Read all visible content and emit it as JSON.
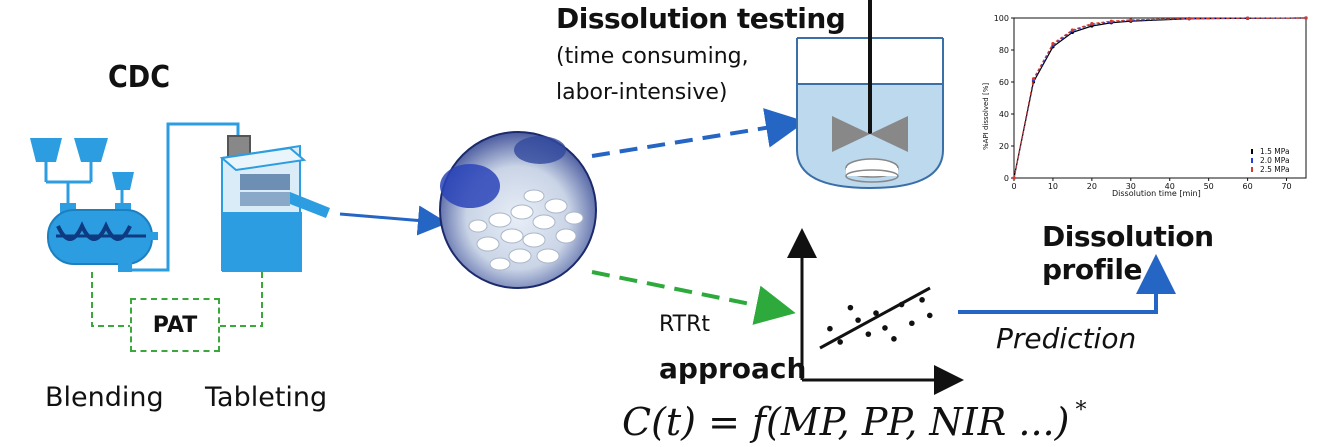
{
  "labels": {
    "cdc": "CDC",
    "pat": "PAT",
    "blending": "Blending",
    "tableting": "Tableting",
    "dissolution_testing": "Dissolution testing",
    "note_line1": "(time consuming,",
    "note_line2": "labor-intensive)",
    "rtrt_line1": "RTRt",
    "rtrt_line2": "approach",
    "dissolution_profile": "Dissolution profile",
    "prediction": "Prediction",
    "equation": "C(t) = f(MP, PP, NIR ...)",
    "equation_mark": "*"
  },
  "colors": {
    "equipment_blue": "#2b9de0",
    "arrow_blue": "#2565c4",
    "arrow_green": "#2eaa3c",
    "vessel_fill": "#bcd9ee"
  },
  "chart_data": {
    "type": "line",
    "xlabel": "Dissolution time [min]",
    "ylabel": "%API dissolved [%]",
    "xlim": [
      0,
      75
    ],
    "ylim": [
      0,
      100
    ],
    "xticks": [
      0,
      10,
      20,
      30,
      40,
      50,
      60,
      70
    ],
    "yticks": [
      0,
      20,
      40,
      60,
      80,
      100
    ],
    "grid": false,
    "legend_position": "bottom-right",
    "x": [
      0,
      5,
      10,
      15,
      20,
      25,
      30,
      45,
      60,
      75
    ],
    "series": [
      {
        "name": "1.5 MPa",
        "color": "#000000",
        "values": [
          0,
          60,
          82,
          91,
          95,
          97,
          98,
          99.5,
          99.8,
          100
        ]
      },
      {
        "name": "2.0 MPa",
        "color": "#1f3fd6",
        "values": [
          0,
          61,
          83,
          92,
          96,
          97.5,
          98.5,
          99.6,
          99.9,
          100
        ]
      },
      {
        "name": "2.5 MPa",
        "color": "#d63a2a",
        "values": [
          0,
          62,
          84,
          92.5,
          96.5,
          98,
          98.8,
          99.7,
          99.9,
          100
        ]
      }
    ]
  },
  "scatter_points": [
    [
      0.14,
      0.35
    ],
    [
      0.22,
      0.18
    ],
    [
      0.3,
      0.62
    ],
    [
      0.36,
      0.46
    ],
    [
      0.44,
      0.28
    ],
    [
      0.5,
      0.55
    ],
    [
      0.57,
      0.36
    ],
    [
      0.64,
      0.22
    ],
    [
      0.7,
      0.66
    ],
    [
      0.78,
      0.42
    ],
    [
      0.86,
      0.72
    ],
    [
      0.92,
      0.52
    ]
  ]
}
